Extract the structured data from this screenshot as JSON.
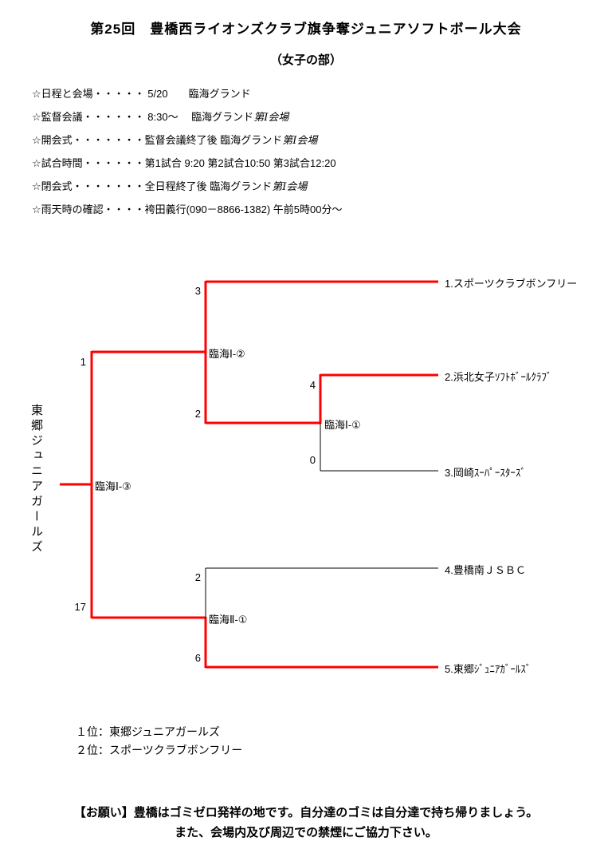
{
  "title": "第25回　豊橋西ライオンズクラブ旗争奪ジュニアソフトボール大会",
  "subtitle": "（女子の部）",
  "info": {
    "lines": [
      {
        "normal": "☆日程と会場・・・・・ 5/20　　臨海グランド",
        "italic": ""
      },
      {
        "normal": "☆監督会議・・・・・・ 8:30～　 臨海グランド",
        "italic": "第Ⅰ会場"
      },
      {
        "normal": "☆開会式・・・・・・・監督会議終了後  臨海グランド",
        "italic": "第Ⅰ会場"
      },
      {
        "normal": "☆試合時間・・・・・・第1試合 9:20  第2試合10:50  第3試合12:20",
        "italic": ""
      },
      {
        "normal": "☆閉会式・・・・・・・全日程終了後  臨海グランド",
        "italic": "第Ⅰ会場"
      },
      {
        "normal": "☆雨天時の確認・・・・袴田義行(090－8866-1382)  午前5時00分～",
        "italic": ""
      }
    ]
  },
  "bracket": {
    "champion": "東郷ジュニアガールズ",
    "teams": [
      {
        "label": "1.スポーツクラブボンフリー"
      },
      {
        "label": "2.浜北女子ｿﾌﾄﾎﾞｰﾙｸﾗﾌﾞ"
      },
      {
        "label": "3.岡崎ｽｰﾊﾟｰｽﾀｰｽﾞ"
      },
      {
        "label": "4.豊橋南ＪＳＢＣ"
      },
      {
        "label": "5.東郷ｼﾞｭﾆｱｶﾞｰﾙｽﾞ"
      }
    ],
    "matches": [
      {
        "label": "臨海Ⅰ-②",
        "score_top": "3",
        "score_bottom": "2"
      },
      {
        "label": "臨海Ⅰ-①",
        "score_top": "4",
        "score_bottom": "0"
      },
      {
        "label": "臨海Ⅱ-①",
        "score_top": "2",
        "score_bottom": "6"
      },
      {
        "label": "臨海Ⅰ-③",
        "score_top": "1",
        "score_bottom": "17"
      }
    ]
  },
  "results": {
    "first": "１位：東郷ジュニアガールズ",
    "second": "２位：スポーツクラブボンフリー"
  },
  "footer": {
    "line1": "【お願い】豊橋はゴミゼロ発祥の地です。自分達のゴミは自分達で持ち帰りましょう。",
    "line2": "また、会場内及び周辺での禁煙にご協力下さい。"
  },
  "colors": {
    "winner_path": "#ff0000",
    "bracket_line": "#000000"
  }
}
